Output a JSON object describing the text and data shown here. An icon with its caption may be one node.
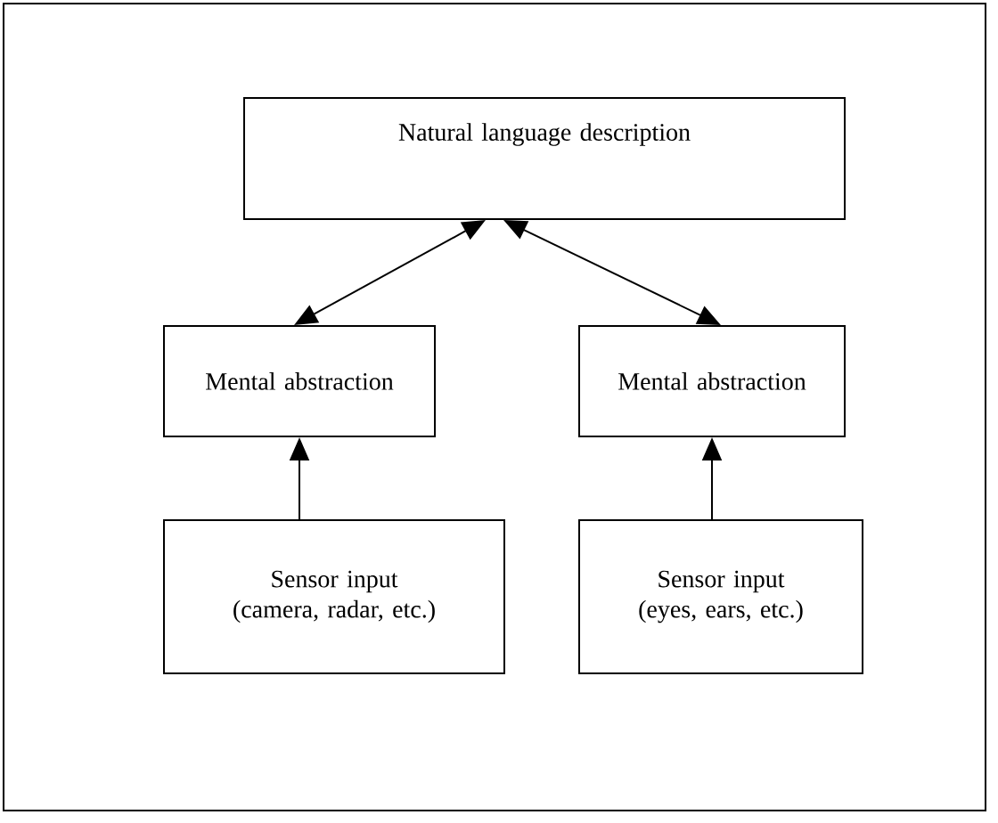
{
  "diagram": {
    "nodes": [
      {
        "text": [
          "Natural language description"
        ]
      },
      {
        "text": [
          "Mental abstraction"
        ]
      },
      {
        "text": [
          "Mental abstraction"
        ]
      },
      {
        "text": [
          "Sensor input (camera, radar, etc.)"
        ]
      },
      {
        "text": [
          "Sensor input (eyes, ears, etc.)"
        ]
      }
    ],
    "edges": [
      {
        "from": 1,
        "to": 0,
        "arrow": "both"
      },
      {
        "from": 2,
        "to": 0,
        "arrow": "both"
      },
      {
        "from": 3,
        "to": 1,
        "arrow": "to"
      },
      {
        "from": 4,
        "to": 2,
        "arrow": "to"
      }
    ]
  }
}
